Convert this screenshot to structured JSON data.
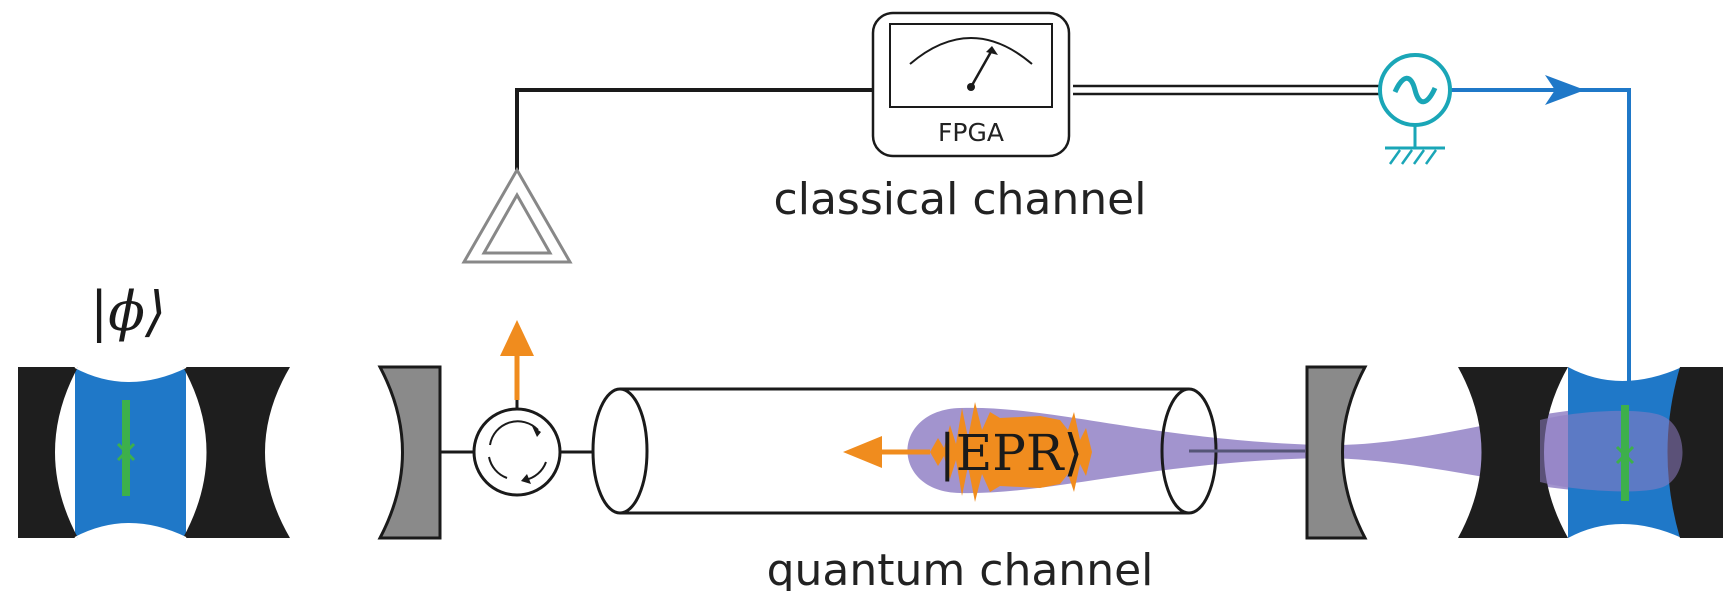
{
  "labels": {
    "fpga": "FPGA",
    "classical_channel": "classical channel",
    "quantum_channel": "quantum channel",
    "state_phi": "|ϕ⟩",
    "state_epr": "|EPR⟩"
  },
  "colors": {
    "wire_black": "#1a1a1a",
    "wire_blue": "#1f78c8",
    "signal_orange": "#f08c1e",
    "transmon_green": "#3db04b",
    "cavity_blue": "#1f78c8",
    "cavity_black": "#1e1e1e",
    "beam_purple": "#8e7cc3",
    "mirror_gray": "#8a8a8a",
    "source_teal": "#1aa6b7"
  }
}
